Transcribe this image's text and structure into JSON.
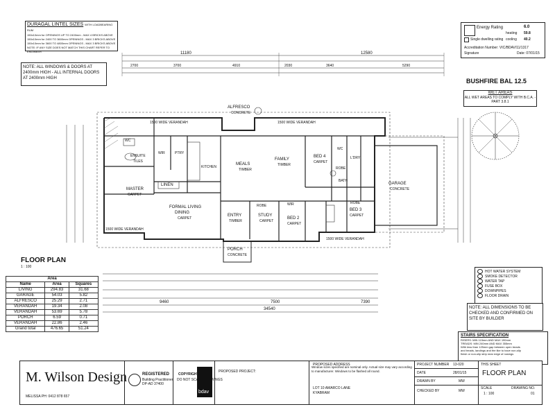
{
  "lintel_box": {
    "title": "DURAGAL LINTEL SIZES",
    "subtitle": "WITH LOADBEARING RUM",
    "lines": [
      "150x10mm for OPENINGS UP TO 2400mm - MAX 4 BRICKS ABOVE",
      "150x10mm for 2400 TO 3600mm OPENINGS - MAX 3 BRICKS ABOVE",
      "150x10mm for 3600 TO 4800mm OPENINGS - MAX 3 BRICKS ABOVE",
      "NOTE: IF ANY SIZE DOES NOT MATCH THIS CHART REFER TO ENGINEER"
    ]
  },
  "windows_note": "NOTE: ALL WINDOWS & DOORS AT 2400mm HIGH - ALL INTERNAL DOORS AT 2400mm HIGH",
  "energy": {
    "rating_label": "Energy Rating",
    "rating_value": "6.0",
    "heating_label": "heating",
    "heating_value": "59.8",
    "cooling_label": "cooling",
    "cooling_value": "40.2",
    "single_label": "Single dwelling rating",
    "accreditation": "Accreditation Number: VIC/BDAV/11/1317",
    "signature": "Signature",
    "date": "Date: 07/01/15"
  },
  "bushfire": "BUSHFIRE BAL 12.5",
  "wet_areas": {
    "title": "WET AREAS",
    "body": "ALL WET AREAS TO COMPLY WITH B.C.A. -PART 3.8.1"
  },
  "plan": {
    "title": "FLOOR PLAN",
    "scale": "1 : 100",
    "rooms": {
      "alfresco": "ALFRESCO",
      "alfresco_sub": "CONCRETE",
      "wc1": "WC",
      "ensuite": "ENSUITE",
      "ensuite_sub": "TILES",
      "wir1": "WIR",
      "pantry": "PTRY",
      "kitchen": "KITCHEN",
      "meals": "MEALS",
      "meals_sub": "TIMBER",
      "family": "FAMILY",
      "family_sub": "TIMBER",
      "bed4": "BED 4",
      "bed4_sub": "CARPET",
      "wc2": "WC",
      "ldry": "L'DRY",
      "robe1": "ROBE",
      "bath": "BATH",
      "garage": "GARAGE",
      "garage_sub": "CONCRETE",
      "master": "MASTER",
      "master_sub": "CARPET",
      "linen": "LINEN",
      "formal": "FORMAL LIVING",
      "dining": "DINING",
      "formal_sub": "CARPET",
      "entry": "ENTRY",
      "entry_sub": "TIMBER",
      "robe2": "ROBE",
      "study": "STUDY",
      "study_sub": "CARPET",
      "wir2": "WIR",
      "bed2": "BED 2",
      "bed2_sub": "CARPET",
      "bed3": "BED 3",
      "bed3_sub": "CARPET",
      "robe3": "ROBE",
      "porch": "PORCH",
      "porch_sub": "CONCRETE",
      "verandah_top": "1500 WIDE VERANDAH",
      "verandah_top2": "1500 WIDE VERANDAH",
      "verandah_left": "1500 WIDE VERANDAH",
      "verandah_right": "1500 WIDE VERANDAH"
    },
    "dims_top": [
      "11180",
      "12580"
    ],
    "dims_top2": [
      "2700",
      "3700",
      "4910",
      "2030",
      "3640",
      "5290"
    ],
    "dims_bottom": [
      "9460",
      "7500",
      "7390"
    ],
    "dims_bottom_total": "34540"
  },
  "area_table": {
    "title": "Area",
    "headers": [
      "Name",
      "Area",
      "Squares"
    ],
    "rows": [
      [
        "LIVING",
        "294.83",
        "31.68"
      ],
      [
        "GARAGE",
        "54.03",
        "5.82"
      ],
      [
        "ALFRESCO",
        "25.29",
        "2.71"
      ],
      [
        "VERANDAH",
        "19.34",
        "2.08"
      ],
      [
        "VERANDAH",
        "53.69",
        "5.78"
      ],
      [
        "PORCH",
        "6.59",
        "0.71"
      ],
      [
        "VERANDAH",
        "22.86",
        "2.46"
      ],
      [
        "Grand total",
        "476.65",
        "51.24"
      ]
    ]
  },
  "legend": [
    "HOT WATER SYSTEM",
    "SMOKE DETECTOR",
    "WATER TAP",
    "FUSE BOX",
    "DOWNPIPES",
    "FLOOR DRAIN"
  ],
  "dimensions_note": "NOTE: ALL DIMENSIONS TO BE CHECKED AND CONFIRMED ON SITE BY BUILDER",
  "stairs": {
    "title": "STAIRS SPECIFICATION",
    "lines": [
      "RISERS: MIN 115mm AND MAX 190mm",
      "TREADS: MIN 240mm AND MAX 355mm",
      "With less than 125mm gap between open treads",
      "and treads, landings and the like to have non-slip",
      "finish or non-slip strip near edge of nosings"
    ]
  },
  "title_block": {
    "designer": "M. Wilson Design",
    "phone": "MELISSA  PH: 0412 878 657",
    "registered": "REGISTERED",
    "registered_sub": "Building Practitioner",
    "registered_num": "DP-AD 37400",
    "copyright": "COPYRIGHT",
    "copyright_sub": "DO NOT SCALE DRAWINGS",
    "proposed_address": "PROPOSED ADDRESS",
    "window_note": "Window sizes specified are nominal only. Actual size may vary according to manufacturer. Windows to be flashed all round.",
    "lot": "LOT 10 AMARCO LANE",
    "town": "KYABRAM",
    "project_label": "PROJECT NUMBER",
    "project": "13-020",
    "date_label": "DATE",
    "date": "28/01/15",
    "drawn_label": "DRAWN BY",
    "drawn": "MW",
    "checked_label": "CHECKED BY",
    "checked": "MW",
    "sheet_title_label": "THIS SHEET",
    "sheet_title": "FLOOR PLAN",
    "scale_label": "SCALE",
    "scale": "1 : 100",
    "drawing_label": "DRAWING NO.",
    "drawing": "01",
    "proposed_label": "PROPOSED PROJECT:",
    "bdav": "bdav"
  }
}
